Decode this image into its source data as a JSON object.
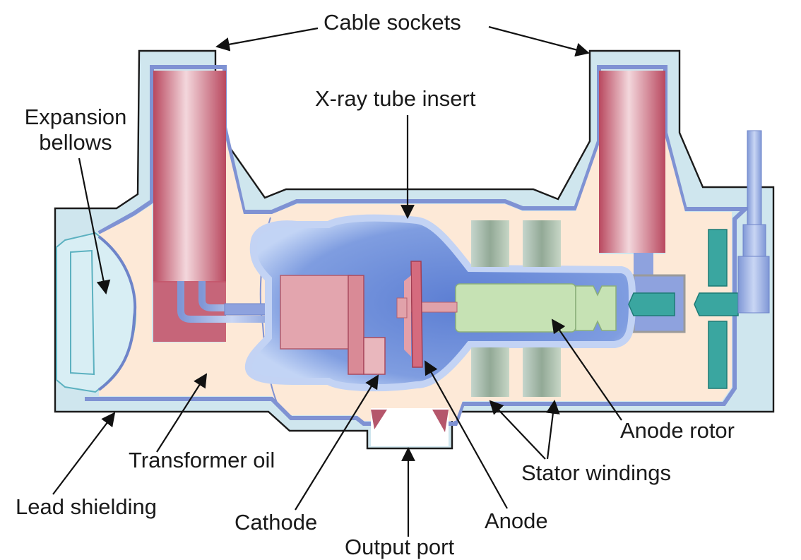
{
  "labels": {
    "cable_sockets": "Cable sockets",
    "xray_tube_insert": "X-ray tube insert",
    "expansion_bellows_line1": "Expansion",
    "expansion_bellows_line2": "bellows",
    "transformer_oil": "Transformer oil",
    "lead_shielding": "Lead shielding",
    "cathode": "Cathode",
    "output_port": "Output port",
    "anode": "Anode",
    "anode_rotor": "Anode rotor",
    "stator_windings": "Stator windings"
  },
  "colors": {
    "housing": "#cfe6ee",
    "housing_edge": "#1b1b1b",
    "shield": "#8d9ed8",
    "oil": "#fde9d7",
    "glass": "#6e8fd8",
    "glass_light": "#b8cdf2",
    "cathode": "#d98a96",
    "rotor": "#c6e2b4",
    "stator": "#9fb59a",
    "socket": "#c4566c",
    "teal": "#3aa6a0"
  }
}
